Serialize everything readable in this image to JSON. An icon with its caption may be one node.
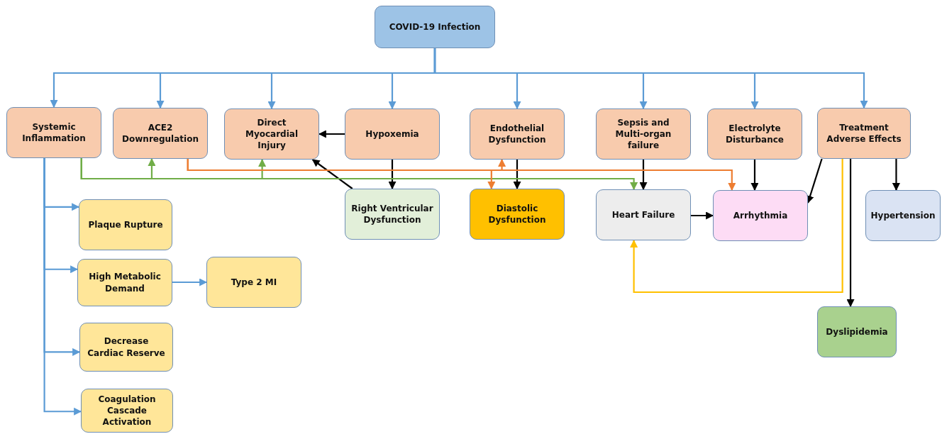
{
  "diagram": {
    "nodes": [
      {
        "text": [
          "COVID-19 Infection"
        ]
      },
      {
        "text": [
          "Systemic Inflammation"
        ]
      },
      {
        "text": [
          "ACE2 Downregulation"
        ]
      },
      {
        "text": [
          "Direct Myocardial Injury"
        ]
      },
      {
        "text": [
          "Hypoxemia"
        ]
      },
      {
        "text": [
          "Endothelial Dysfunction"
        ]
      },
      {
        "text": [
          "Sepsis and Multi-organ failure"
        ]
      },
      {
        "text": [
          "Electrolyte Disturbance"
        ]
      },
      {
        "text": [
          "Treatment Adverse Effects"
        ]
      },
      {
        "text": [
          "Plaque Rupture"
        ]
      },
      {
        "text": [
          "High Metabolic Demand"
        ]
      },
      {
        "text": [
          "Type 2 MI"
        ]
      },
      {
        "text": [
          "Decrease Cardiac Reserve"
        ]
      },
      {
        "text": [
          "Coagulation Cascade Activation"
        ]
      },
      {
        "text": [
          "Right Ventricular Dysfunction"
        ]
      },
      {
        "text": [
          "Diastolic Dysfunction"
        ]
      },
      {
        "text": [
          "Heart Failure"
        ]
      },
      {
        "text": [
          "Arrhythmia"
        ]
      },
      {
        "text": [
          "Hypertension"
        ]
      },
      {
        "text": [
          "Dyslipidemia"
        ]
      }
    ],
    "edges": [
      {
        "from": 0,
        "to": 1,
        "arrow": "to"
      },
      {
        "from": 0,
        "to": 2,
        "arrow": "to"
      },
      {
        "from": 0,
        "to": 3,
        "arrow": "to"
      },
      {
        "from": 0,
        "to": 4,
        "arrow": "to"
      },
      {
        "from": 0,
        "to": 5,
        "arrow": "to"
      },
      {
        "from": 0,
        "to": 6,
        "arrow": "to"
      },
      {
        "from": 0,
        "to": 7,
        "arrow": "to"
      },
      {
        "from": 0,
        "to": 8,
        "arrow": "to"
      },
      {
        "from": 1,
        "to": 9,
        "arrow": "to"
      },
      {
        "from": 1,
        "to": 10,
        "arrow": "to"
      },
      {
        "from": 1,
        "to": 12,
        "arrow": "to"
      },
      {
        "from": 1,
        "to": 13,
        "arrow": "to"
      },
      {
        "from": 10,
        "to": 11,
        "arrow": "to"
      },
      {
        "from": 4,
        "to": 3,
        "arrow": "to",
        "color": "#000000"
      },
      {
        "from": 4,
        "to": 14,
        "arrow": "to",
        "color": "#000000"
      },
      {
        "from": 14,
        "to": 3,
        "arrow": "to",
        "color": "#000000"
      },
      {
        "from": 5,
        "to": 15,
        "arrow": "to",
        "color": "#000000"
      },
      {
        "from": 6,
        "to": 16,
        "arrow": "to",
        "color": "#000000"
      },
      {
        "from": 7,
        "to": 17,
        "arrow": "to",
        "color": "#000000"
      },
      {
        "from": 8,
        "to": 17,
        "arrow": "to",
        "color": "#000000"
      },
      {
        "from": 8,
        "to": 18,
        "arrow": "to",
        "color": "#000000"
      },
      {
        "from": 8,
        "to": 19,
        "arrow": "to",
        "color": "#000000"
      },
      {
        "from": 16,
        "to": 17,
        "arrow": "to",
        "color": "#000000"
      },
      {
        "from": 1,
        "to": 2,
        "arrow": "to",
        "color": "#70ad47"
      },
      {
        "from": 1,
        "to": 3,
        "arrow": "to",
        "color": "#70ad47"
      },
      {
        "from": 1,
        "to": 16,
        "arrow": "to",
        "color": "#70ad47"
      },
      {
        "from": 2,
        "to": 5,
        "arrow": "to",
        "color": "#ed7d31"
      },
      {
        "from": 2,
        "to": 15,
        "arrow": "to",
        "color": "#ed7d31"
      },
      {
        "from": 2,
        "to": 17,
        "arrow": "to",
        "color": "#ed7d31"
      },
      {
        "from": 8,
        "to": 16,
        "arrow": "to",
        "color": "#ffc000"
      }
    ]
  }
}
